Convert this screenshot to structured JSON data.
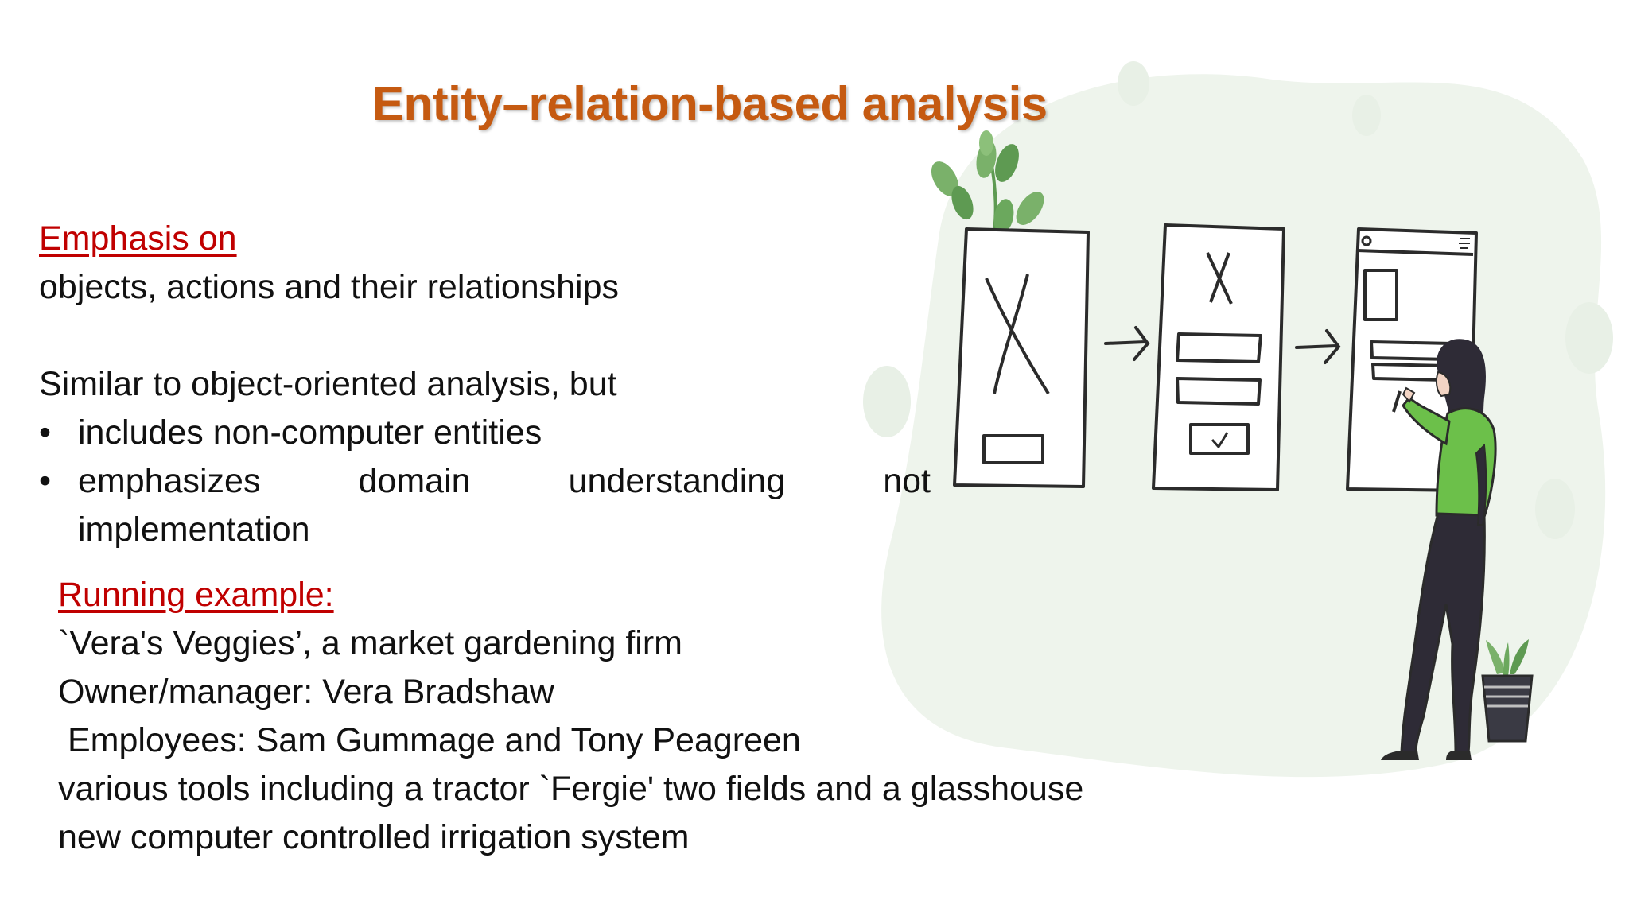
{
  "slide": {
    "title": "Entity–relation-based analysis",
    "emphasis": {
      "heading": "Emphasis on",
      "text": "objects, actions and their relationships"
    },
    "comparison": {
      "intro": "Similar to object-oriented analysis, but",
      "bullets": [
        "includes non-computer entities",
        {
          "words": [
            "emphasizes",
            "domain",
            "understanding",
            "not"
          ],
          "continuation": "implementation"
        }
      ]
    },
    "example": {
      "heading": "Running example:",
      "lines": [
        "`Vera's Veggies’, a market gardening firm",
        "Owner/manager: Vera Bradshaw",
        "Employees: Sam Gummage and Tony Peagreen",
        "various tools including a tractor `Fergie' two fields and a glasshouse",
        "new computer controlled irrigation system"
      ]
    }
  },
  "illustration": {
    "description_icons": [
      "leafy-plant-icon",
      "wireframe-screen-icon",
      "arrow-right-icon",
      "checkbox-icon",
      "woman-figure-icon",
      "potted-plant-icon"
    ],
    "colors": {
      "blob": "#eef4ec",
      "leaf": "#7ab16a",
      "leaf_dark": "#5e9a52",
      "shirt": "#6cc04a",
      "outline": "#2b2b2b",
      "pants": "#2e2b36"
    }
  }
}
